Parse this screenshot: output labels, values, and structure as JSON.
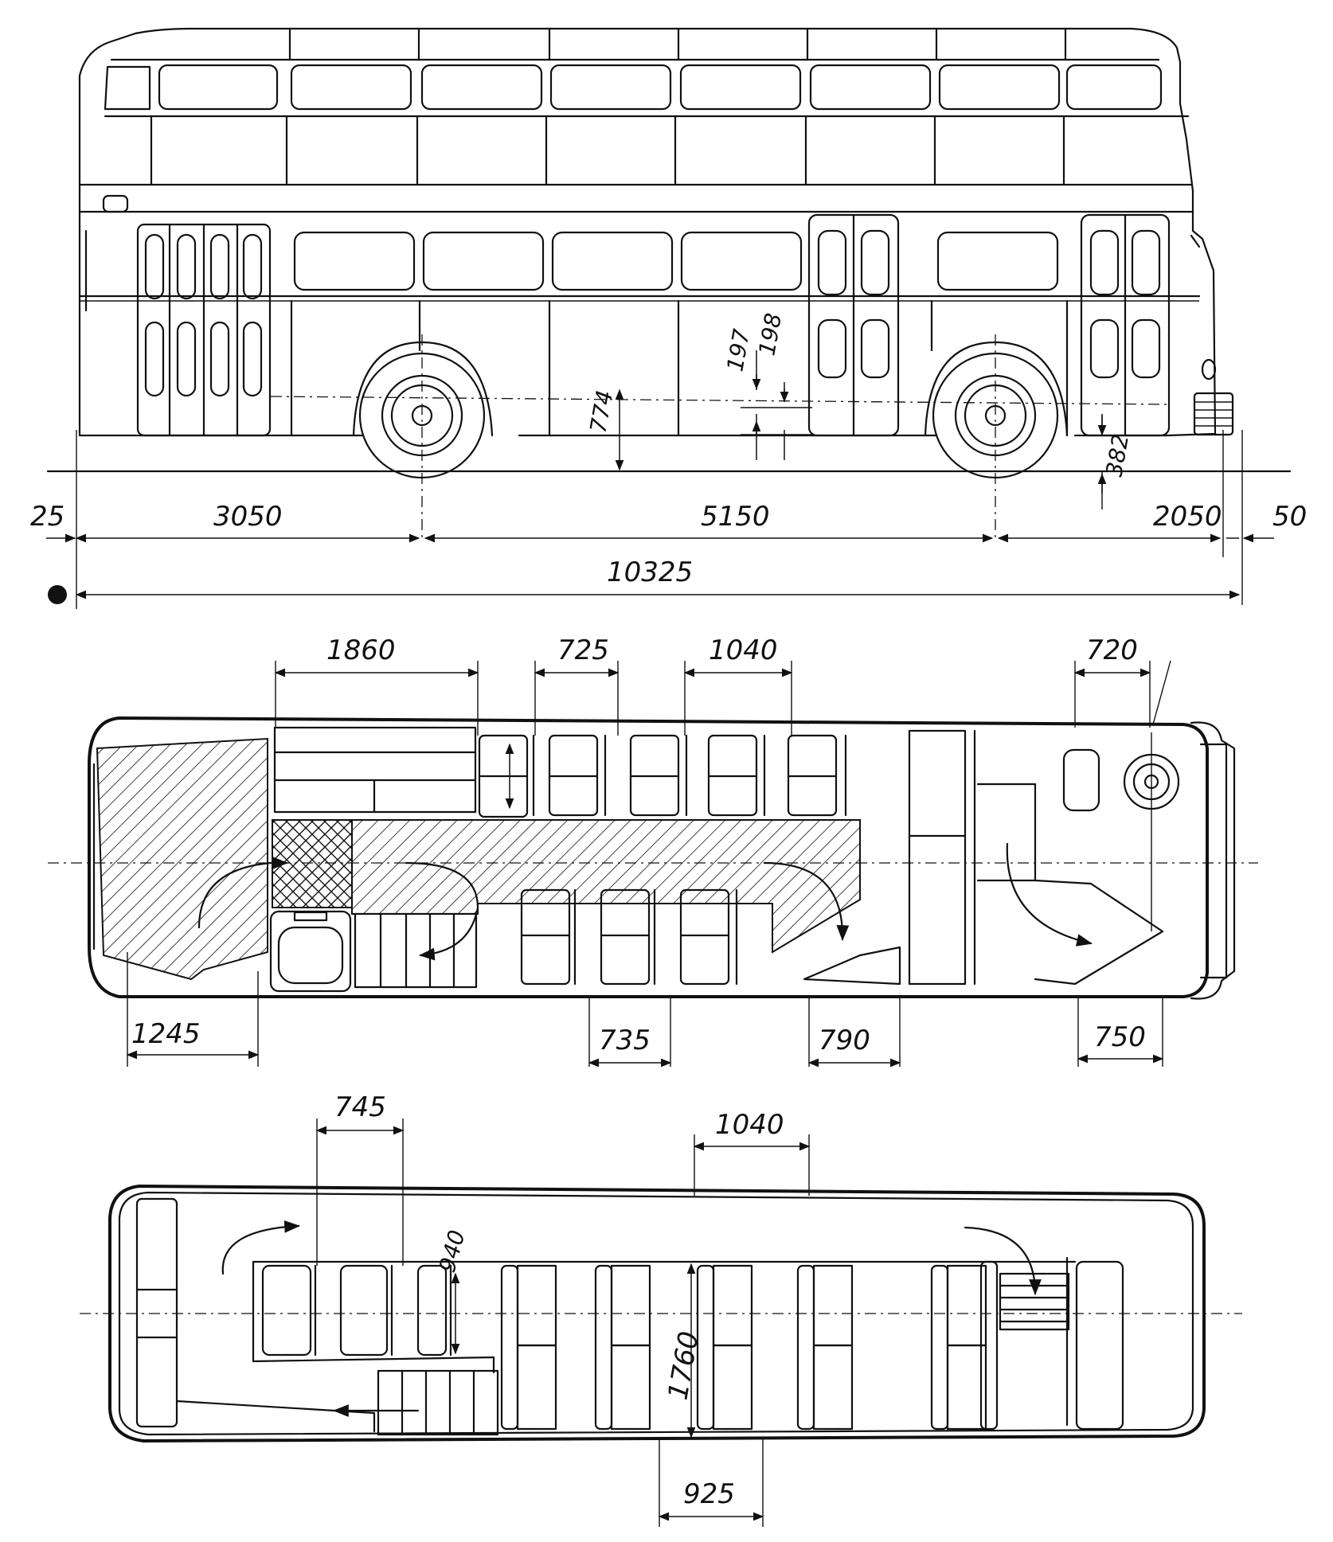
{
  "side_view": {
    "overall_length": "10325",
    "front_overhang": "3050",
    "wheelbase": "5150",
    "rear_overhang": "2050",
    "front_offset": "25",
    "rear_offset": "50",
    "axle_height": "774",
    "step_height_1": "197",
    "step_height_2": "198",
    "rear_step_height": "382"
  },
  "lower_deck_plan": {
    "top_dims": [
      "1860",
      "725",
      "1040",
      "720"
    ],
    "bottom_dims": [
      "1245",
      "735",
      "790",
      "750"
    ]
  },
  "upper_deck_plan": {
    "seat_pitch": "745",
    "bay_length": "1040",
    "stair_width": "940",
    "aisle_length": "1760",
    "bottom_dim": "925"
  },
  "colors": {
    "ink": "#111111",
    "paper": "#ffffff"
  }
}
